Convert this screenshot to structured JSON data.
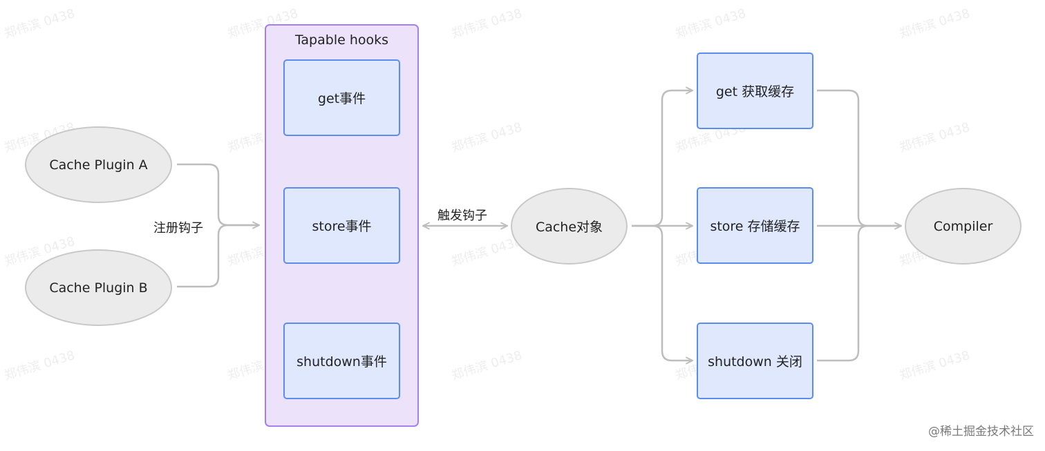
{
  "diagram": {
    "group_title": "Tapable hooks",
    "nodes": {
      "plugin_a": "Cache Plugin A",
      "plugin_b": "Cache Plugin B",
      "hook_get": "get事件",
      "hook_store": "store事件",
      "hook_shutdown": "shutdown事件",
      "cache": "Cache对象",
      "get": "get 获取缓存",
      "store": "store 存储缓存",
      "shutdown": "shutdown 关闭",
      "compiler": "Compiler"
    },
    "edge_labels": {
      "register": "注册钩子",
      "trigger": "触发钩子"
    }
  },
  "watermark": "郑伟滨 0438",
  "credit": "@稀土掘金技术社区"
}
